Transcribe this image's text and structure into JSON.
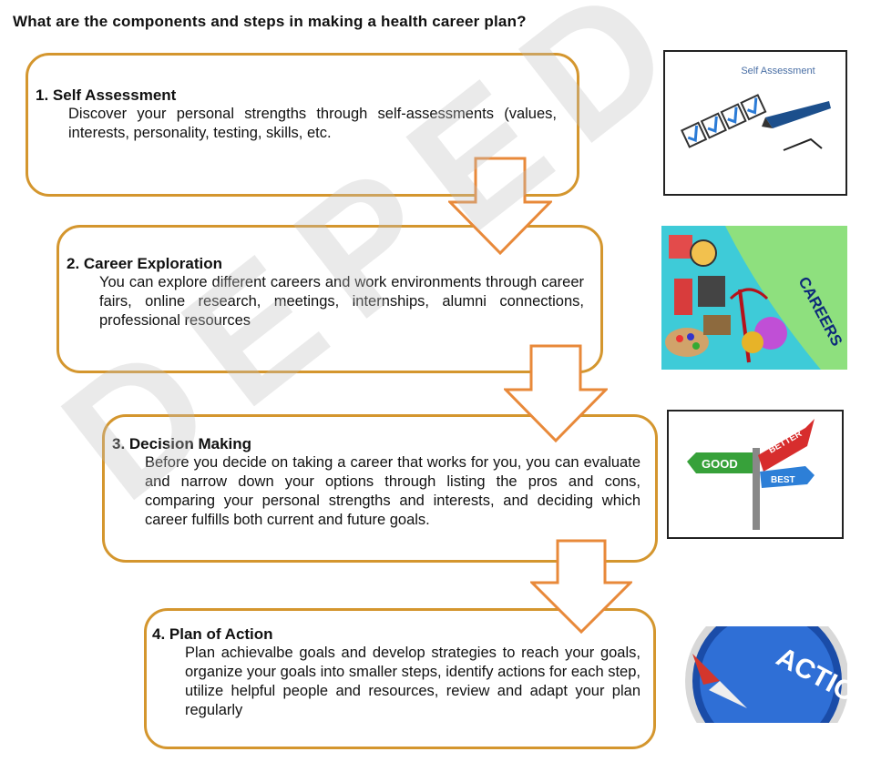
{
  "question": "What are the components and steps in making a health career plan?",
  "steps": [
    {
      "title": "1. Self Assessment",
      "body": "Discover your personal strengths through self-assessments (values, interests, personality, testing, skills, etc.",
      "image_label": "Self Assessment"
    },
    {
      "title": "2. Career Exploration",
      "body": "You can explore different careers and work environments through career fairs, online research, meetings, internships, alumni connections, professional resources",
      "image_label": "CAREERS"
    },
    {
      "title": "3. Decision Making",
      "body": "Before you decide on taking a career that works for you, you can evaluate and narrow down your options through listing the pros and cons, comparing your personal strengths and interests, and deciding which career fulfills both current and future goals.",
      "image_labels": [
        "GOOD",
        "BETTER",
        "BEST"
      ]
    },
    {
      "title": "4. Plan of Action",
      "body": "Plan achievalbe goals and develop strategies to reach your goals, organize your goals into smaller steps, identify actions for each step, utilize helpful people and resources, review and adapt your plan regularly",
      "image_label": "ACTION"
    }
  ],
  "watermark": "DEPED COPY",
  "colors": {
    "box_border": "#d4962e",
    "arrow": "#e8893a"
  }
}
